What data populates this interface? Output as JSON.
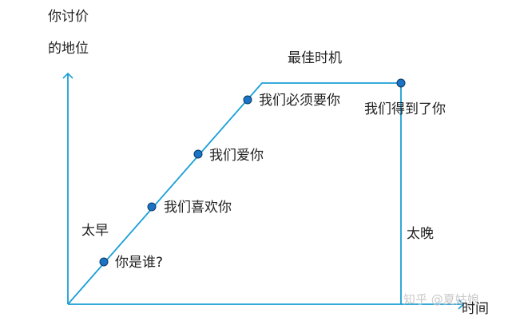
{
  "colors": {
    "line": "#1a9fd6",
    "dot_fill": "#1a73c6",
    "dot_stroke": "#0b3a5e",
    "text": "#222222",
    "watermark": "#c9c9c9"
  },
  "y_axis_label_line1": "你讨价",
  "y_axis_label_line2": "的地位",
  "x_axis_label": "时间",
  "best_time_label": "最佳时机",
  "too_early_label": "太早",
  "too_late_label": "太晚",
  "stages": [
    {
      "label": "你是谁?"
    },
    {
      "label": "我们喜欢你"
    },
    {
      "label": "我们爱你"
    },
    {
      "label": "我们必须要你"
    },
    {
      "label": "我们得到了你"
    }
  ],
  "watermark": "知乎 @夏姑娘"
}
